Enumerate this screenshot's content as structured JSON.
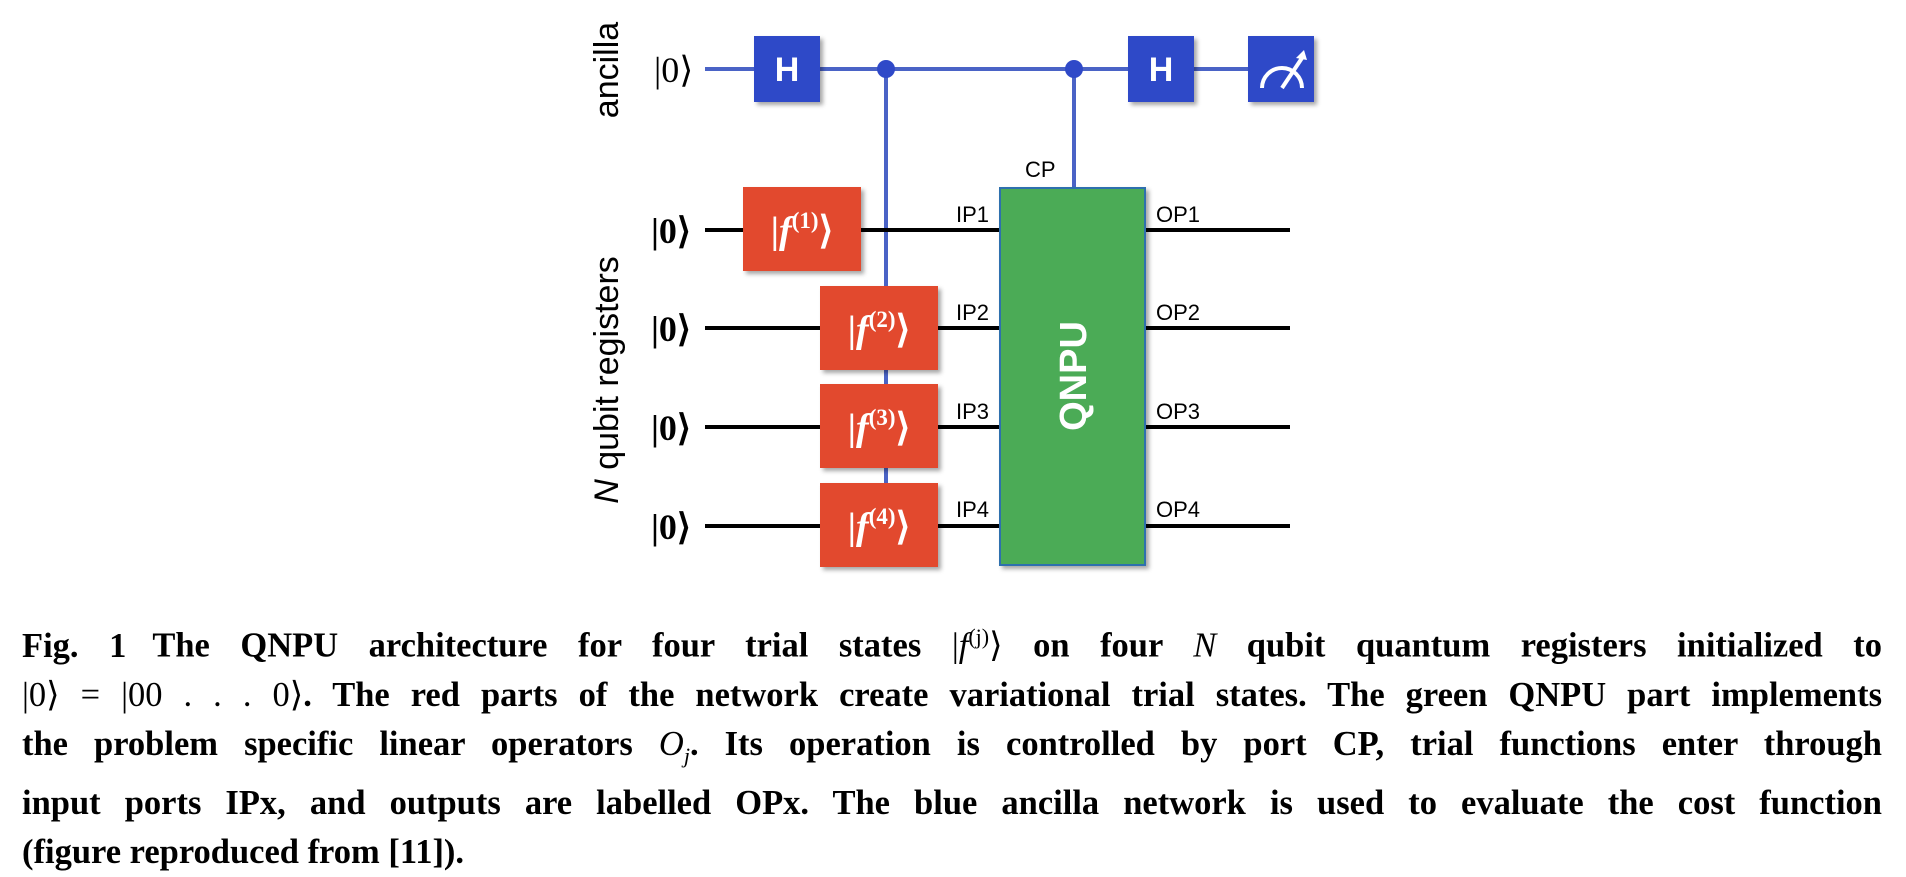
{
  "colors": {
    "ancilla_wire": "#4a63c6",
    "gate_blue": "#2f49c8",
    "trial_red": "#e24a2d",
    "qnpu_green": "#4cab56",
    "qubit_wire": "#000000"
  },
  "ancilla": {
    "side_label": "ancilla",
    "init_state": "|0⟩",
    "gate_h1": "H",
    "gate_h2": "H",
    "meter_icon": "measurement-meter-icon"
  },
  "registers": {
    "side_label_var": "N",
    "side_label_text": " qubit registers",
    "init_states": [
      "|0⟩",
      "|0⟩",
      "|0⟩",
      "|0⟩"
    ],
    "trial_gates": [
      {
        "base": "f",
        "sup": "(1)"
      },
      {
        "base": "f",
        "sup": "(2)"
      },
      {
        "base": "f",
        "sup": "(3)"
      },
      {
        "base": "f",
        "sup": "(4)"
      }
    ],
    "input_ports": [
      "IP1",
      "IP2",
      "IP3",
      "IP4"
    ],
    "output_ports": [
      "OP1",
      "OP2",
      "OP3",
      "OP4"
    ]
  },
  "qnpu": {
    "label": "QNPU",
    "control_port": "CP"
  },
  "caption": {
    "fig_label": "Fig. 1",
    "l1_a": "The QNPU architecture for four trial states ",
    "l1_ket_open": "|",
    "l1_f": "f",
    "l1_sup": "(j)",
    "l1_ket_close": "⟩",
    "l1_b": " on four ",
    "l1_N": "N",
    "l1_c": " qubit quantum registers initialized to",
    "l2_math": "|0⟩ = |00 . . . 0⟩",
    "l2_rest": ". The red parts of the network create variational trial states. The green QNPU part implements",
    "l3_a": "the problem specific linear operators ",
    "l3_O": "O",
    "l3_sub": "j",
    "l3_b": ". Its operation is controlled by port CP, trial functions enter through",
    "l4": "input ports IPx, and outputs are labelled OPx. The blue ancilla network is used to evaluate the cost function",
    "l5": "(figure reproduced from [11])."
  }
}
